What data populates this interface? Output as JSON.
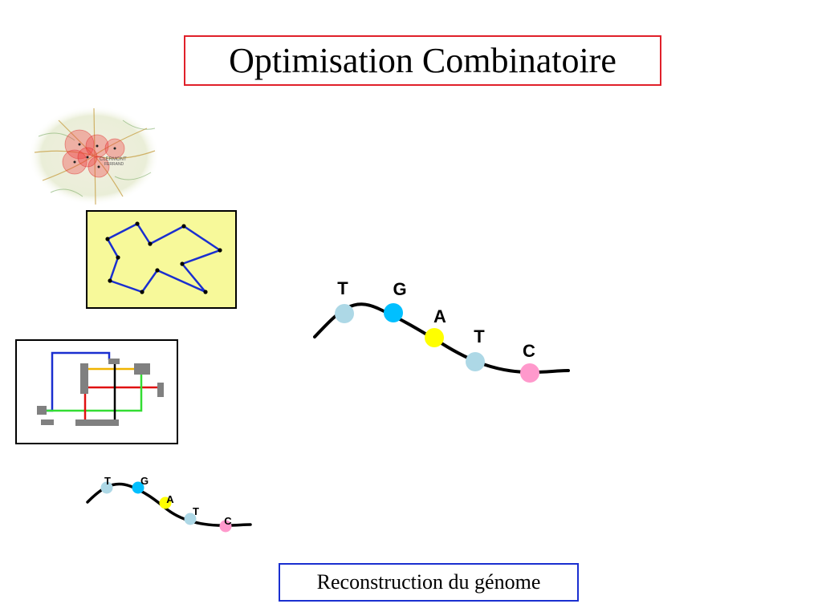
{
  "slide": {
    "title": "Optimisation Combinatoire",
    "caption": "Reconstruction du génome"
  },
  "map_illustration": {
    "labels": [
      "CLERMONT",
      "FERRAND"
    ]
  },
  "dna": {
    "bases": [
      {
        "letter": "T",
        "color": "#add8e6"
      },
      {
        "letter": "G",
        "color": "#00bfff"
      },
      {
        "letter": "A",
        "color": "#ffff00"
      },
      {
        "letter": "T",
        "color": "#add8e6"
      },
      {
        "letter": "C",
        "color": "#ff99cc"
      }
    ]
  },
  "colors": {
    "title_border": "#e0202a",
    "caption_border": "#1a2fd0",
    "tsp_background": "#f7f99a",
    "tsp_path": "#1a2fd0"
  }
}
